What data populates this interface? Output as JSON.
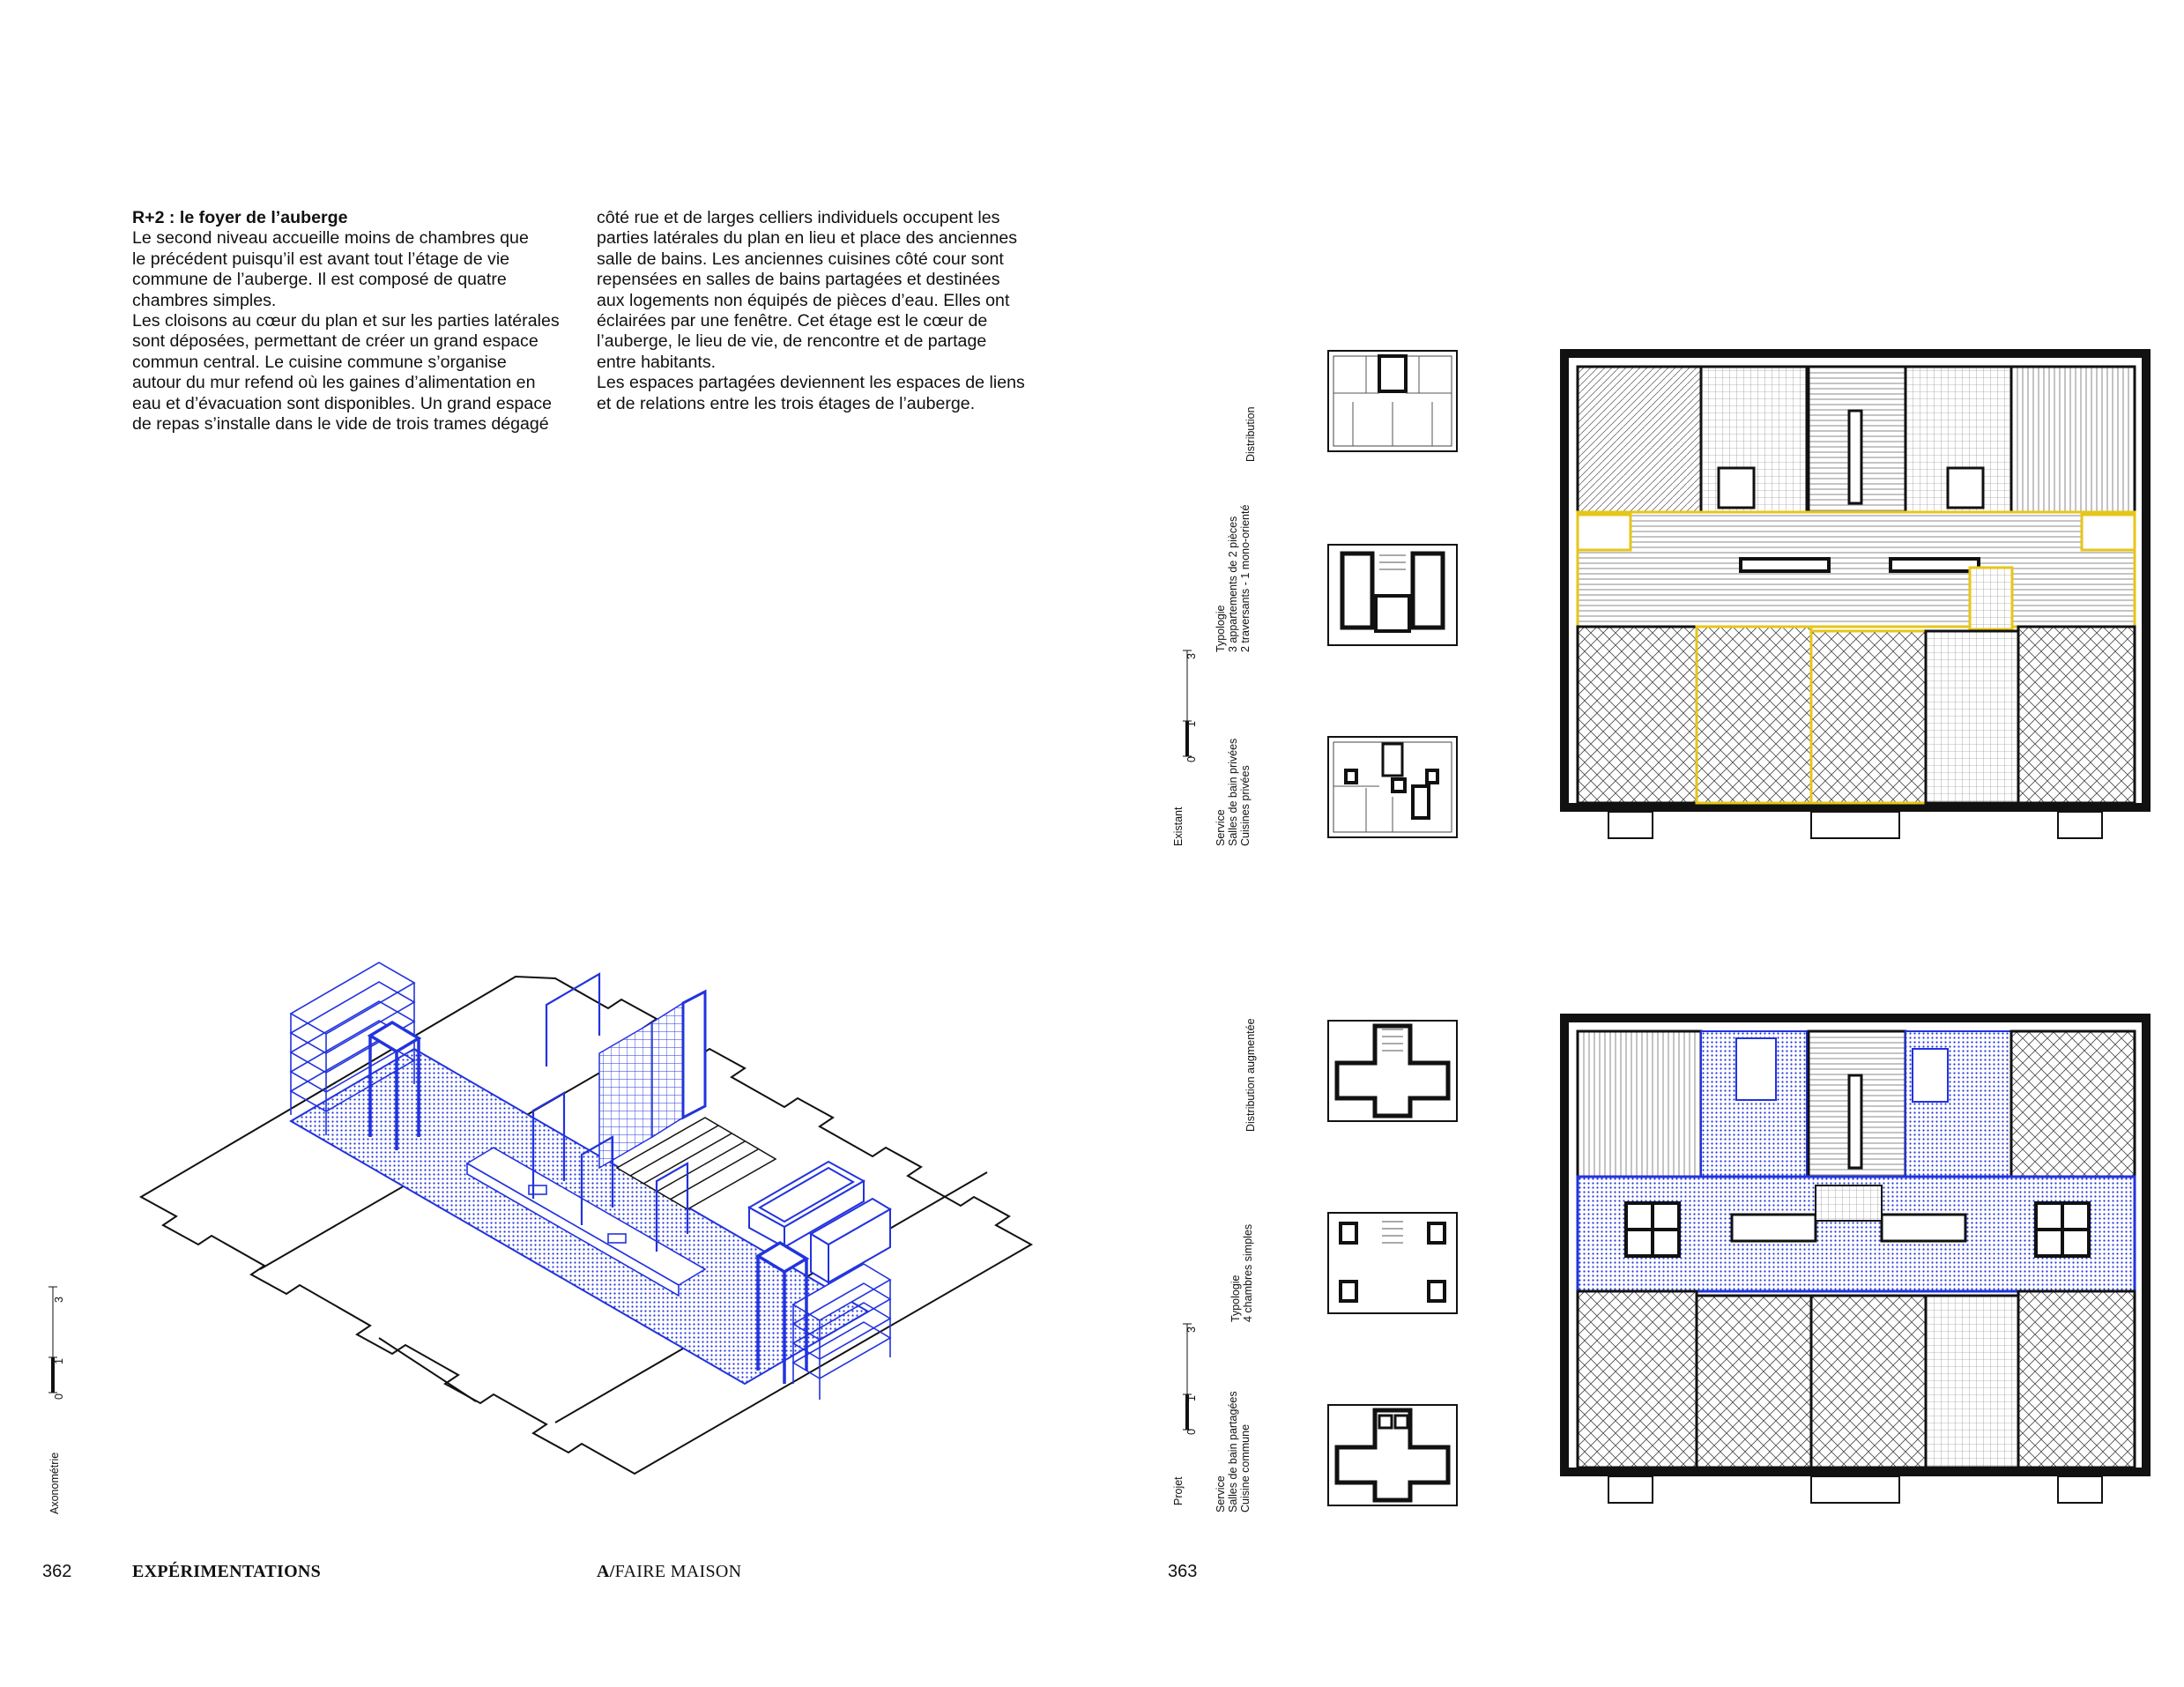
{
  "text": {
    "heading": "R+2 : le foyer de l’auberge",
    "col1_lines": [
      "Le second niveau accueille moins de chambres que",
      "le précédent puisqu’il est avant tout l’étage de vie",
      "commune de l’auberge. Il est composé de quatre",
      "chambres simples.",
      "Les cloisons au cœur du plan et sur les parties latérales",
      "sont déposées, permettant de créer un grand espace",
      "commun central. Le cuisine commune s’organise",
      "autour du mur refend où les gaines d’alimentation en",
      "eau et d’évacuation sont disponibles. Un grand espace",
      "de repas s’installe dans le vide de trois trames dégagé"
    ],
    "col2_lines": [
      "côté rue et de larges celliers individuels occupent les",
      "parties latérales du plan en lieu et place des anciennes",
      "salle de bains. Les anciennes cuisines côté cour sont",
      "repensées en salles de bains partagées et destinées",
      "aux logements non équipés de pièces d’eau. Elles ont",
      "éclairées par une fenêtre. Cet étage est le cœur de",
      "l’auberge, le lieu de vie, de rencontre et de partage",
      "entre habitants.",
      "Les espaces partagées deviennent les espaces de liens",
      "et de relations entre les trois étages de l’auberge."
    ]
  },
  "labels": {
    "axonometrie": "Axonométrie",
    "existant": "Existant",
    "projet": "Projet",
    "existant_distribution": "Distribution",
    "existant_typologie": [
      "Typologie",
      "3 appartements de 2 pièces",
      "2 traversants - 1 mono-orienté"
    ],
    "existant_service": [
      "Service",
      "Salles de bain privées",
      "Cuisines privées"
    ],
    "projet_distribution": "Distribution augmentée",
    "projet_typologie": [
      "Typologie",
      "4 chambres simples"
    ],
    "projet_service": [
      "Service",
      "Salles de bain partagées",
      "Cuisine commune"
    ]
  },
  "scale": {
    "ticks": [
      "0",
      "1",
      "3"
    ]
  },
  "footer": {
    "folio_left": "362",
    "section_left": "EXPÉRIMENTATIONS",
    "brand_prefix": "A/",
    "brand_name": "FAIRE MAISON",
    "folio_right": "363"
  },
  "colors": {
    "blue": "#2233dd",
    "yellow": "#e6c619",
    "ink": "#111111"
  }
}
